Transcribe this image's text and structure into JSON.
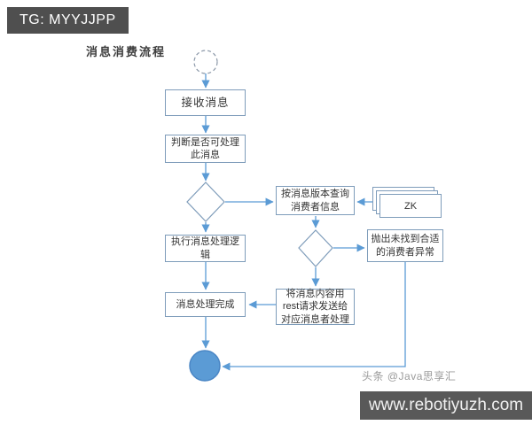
{
  "badge": {
    "text": "TG: MYYJJPP"
  },
  "title": "消息消费流程",
  "flowchart": {
    "nodes": {
      "start": {
        "type": "start-circle-dashed"
      },
      "receive": {
        "label": "接收消息"
      },
      "judge": {
        "label": "判断是否可处理\n此消息"
      },
      "decision1": {
        "type": "decision-diamond"
      },
      "query": {
        "label": "按消息版本查询\n消费者信息"
      },
      "zk": {
        "label": "ZK"
      },
      "decision2": {
        "type": "decision-diamond"
      },
      "exception": {
        "label": "抛出未找到合适\n的消费者异常"
      },
      "execute": {
        "label": "执行消息处理逻\n辑"
      },
      "send": {
        "label": "将消息内容用\nrest请求发送给\n对应消息者处理"
      },
      "done": {
        "label": "消息处理完成"
      },
      "end": {
        "type": "end-circle-filled"
      }
    },
    "edges": [
      "start -> receive",
      "receive -> judge",
      "judge -> decision1",
      "decision1 -> query",
      "decision1 -> execute",
      "zk -> query",
      "query -> decision2",
      "decision2 -> exception",
      "decision2 -> send",
      "send -> done",
      "execute -> done",
      "done -> end",
      "exception -> end"
    ]
  },
  "watermark": {
    "credit": "头条 @Java思享汇"
  },
  "footer": {
    "site": "www.rebotiyuzh.com"
  },
  "colors": {
    "arrow": "#5b9bd5",
    "node_border": "#7e9cba",
    "end_node_fill": "#5b9bd5",
    "end_node_stroke": "#4a86c5",
    "badge_bg": "#4f4f4f",
    "footer_bg": "#595959"
  }
}
